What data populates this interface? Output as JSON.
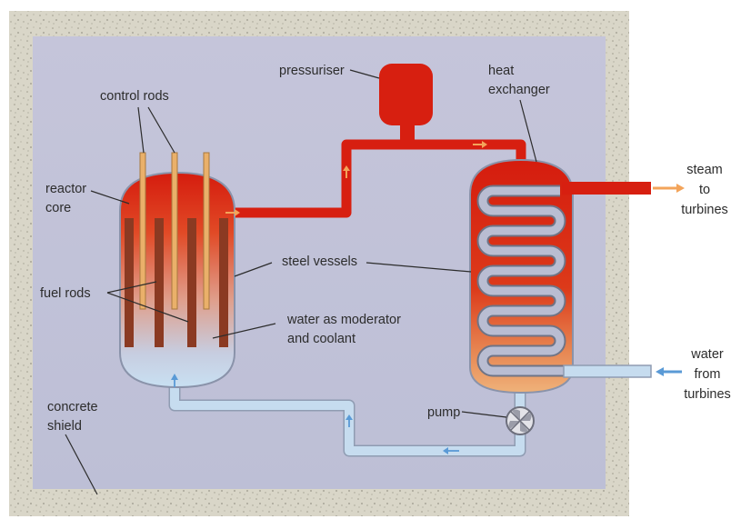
{
  "labels": {
    "control_rods": "control rods",
    "reactor_core_1": "reactor",
    "reactor_core_2": "core",
    "fuel_rods": "fuel rods",
    "steel_vessels": "steel vessels",
    "water_moderator_1": "water as moderator",
    "water_moderator_2": "and coolant",
    "concrete_shield_1": "concrete",
    "concrete_shield_2": "shield",
    "pressuriser": "pressuriser",
    "heat_exchanger_1": "heat",
    "heat_exchanger_2": "exchanger",
    "steam_out_1": "steam",
    "steam_out_2": "to",
    "steam_out_3": "turbines",
    "water_in_1": "water",
    "water_in_2": "from",
    "water_in_3": "turbines",
    "pump": "pump"
  },
  "colors": {
    "concrete": "#d9d6c8",
    "interior": "#c2c3d8",
    "hot": "#d71f10",
    "cold": "#c6dcef",
    "arrow_hot": "#f3a45a",
    "arrow_cold": "#5a9ad6"
  }
}
